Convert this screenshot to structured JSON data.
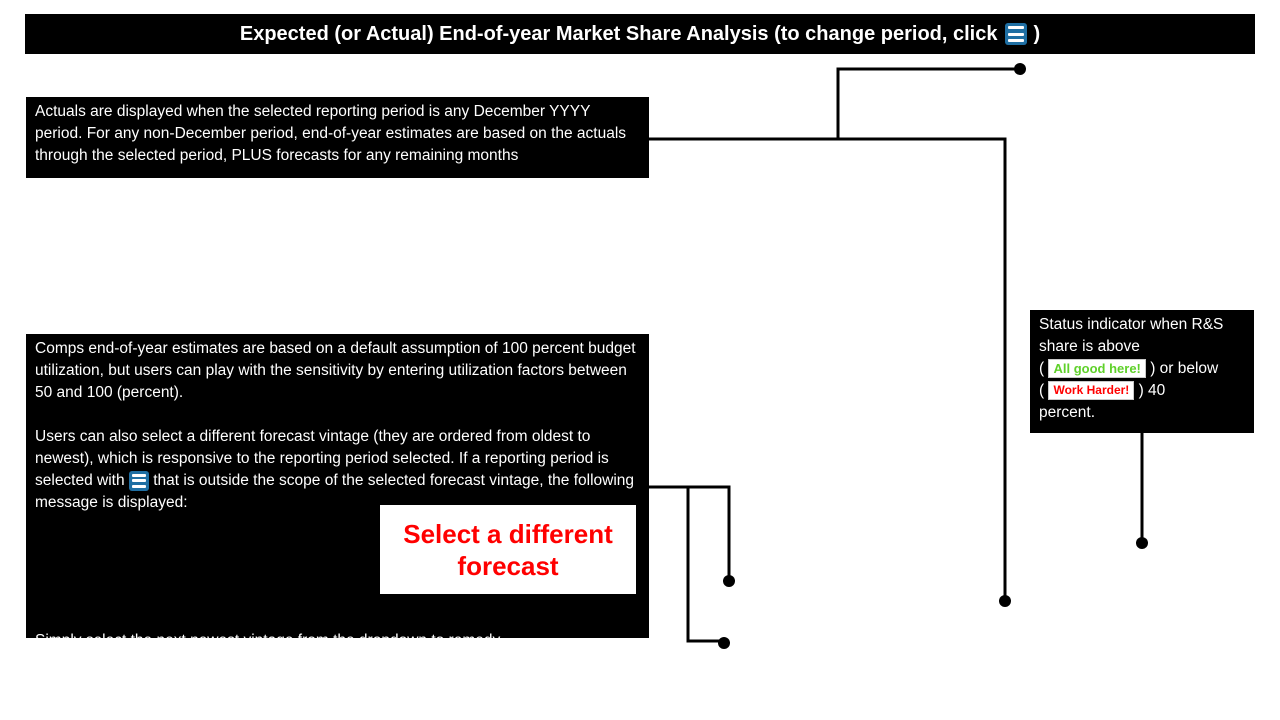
{
  "header": {
    "title_prefix": "Expected (or Actual) End-of-year Market Share Analysis (to change period, click",
    "title_suffix": ")",
    "menu_icon": "hamburger-menu-icon"
  },
  "notes": {
    "actuals": {
      "text": "Actuals are displayed when the selected reporting period is any December YYYY period.  For any non-December period, end-of-year estimates are based on the actuals through the selected period, PLUS forecasts for any remaining months"
    },
    "comps": {
      "para1": "Comps end-of-year estimates are based on a default assumption of 100 percent budget utilization, but users can play with the sensitivity by entering utilization factors between 50 and 100 (percent).",
      "para2_before_icon": "Users can also select a different forecast vintage (they are ordered from oldest to newest), which is responsive to the reporting period selected.  If a reporting period is selected with",
      "para2_after_icon": "that is outside the scope of the selected forecast vintage, the following message is displayed:",
      "para3": "Simply select the next newest vintage from the dropdown to remedy.",
      "warning_message": "Select a different forecast"
    },
    "status": {
      "line1": "Status indicator when R&S share is above",
      "open_paren1": "(",
      "good_badge": "All good here!",
      "after_good": ") or below",
      "open_paren2": "(",
      "bad_badge": "Work Harder!",
      "after_bad": ") 40",
      "end": "percent."
    }
  },
  "colors": {
    "box_bg": "#000000",
    "box_text": "#ffffff",
    "menu_icon": "#1f6fa3",
    "warning_text": "#ff0000",
    "good_badge_text": "#5fd12a",
    "bad_badge_text": "#ff0000"
  }
}
